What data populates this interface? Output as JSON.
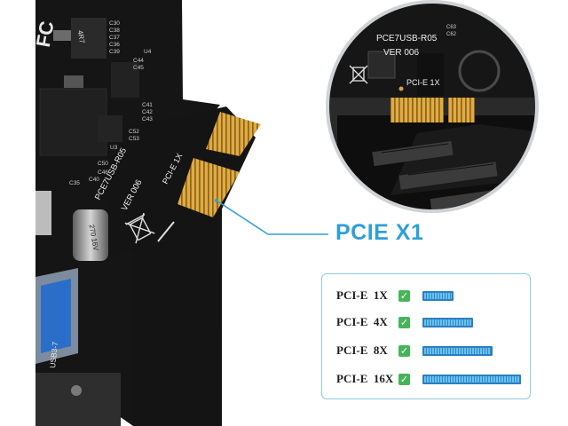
{
  "card": {
    "brand_mark": "FC",
    "chip_label": "4R7",
    "model_label": "PCE7USB-R05",
    "version_label": "VER 006",
    "slot_label": "PCI-E 1X",
    "capacitor_text": "270 16V",
    "port_label": "USB3-7",
    "silkscreen": [
      "C44",
      "C45",
      "C46",
      "C50",
      "C40",
      "C35",
      "C39",
      "C36",
      "C37",
      "C38",
      "C41",
      "C42",
      "C43",
      "C30",
      "C52",
      "C53",
      "U4",
      "U3"
    ]
  },
  "inset": {
    "model_label": "PCE7USB-R05",
    "version_label": "VER 006",
    "slot_label": "PCI-E 1X",
    "caps": [
      "C63",
      "C62"
    ]
  },
  "callout": {
    "label": "PCIE X1"
  },
  "legend": {
    "rows": [
      {
        "label": "PCI-E  1X",
        "fill": 0.29
      },
      {
        "label": "PCI-E  4X",
        "fill": 0.49
      },
      {
        "label": "PCI-E  8X",
        "fill": 0.69
      },
      {
        "label": "PCI-E  16X",
        "fill": 0.99
      }
    ]
  },
  "colors": {
    "accent": "#2f9fd6",
    "pcb": "#141414",
    "gold": "#d6a13b",
    "check": "#48b45a"
  }
}
